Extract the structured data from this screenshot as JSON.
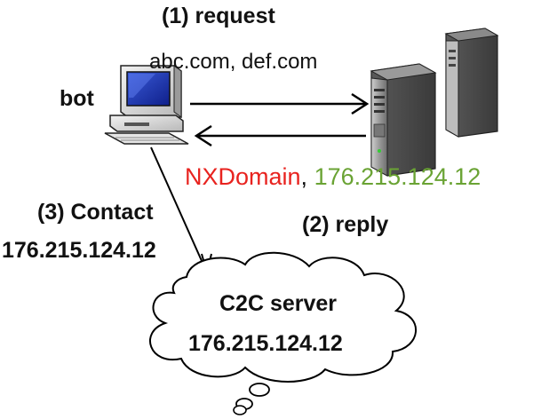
{
  "request": {
    "step_label": "(1)  request",
    "domains": "abc.com, def.com"
  },
  "bot": {
    "label": "bot"
  },
  "reply": {
    "step_label": "(2) reply",
    "nxdomain": "NXDomain",
    "separator": ",",
    "ip": "176.215.124.12",
    "nxdomain_color": "#e8231f",
    "ip_color": "#6aa334"
  },
  "contact": {
    "step_label": "(3) Contact",
    "ip": "176.215.124.12"
  },
  "c2c": {
    "title": "C2C server",
    "ip": "176.215.124.12"
  },
  "icons": [
    "computer-icon",
    "dns-server-icon",
    "cloud-icon"
  ]
}
